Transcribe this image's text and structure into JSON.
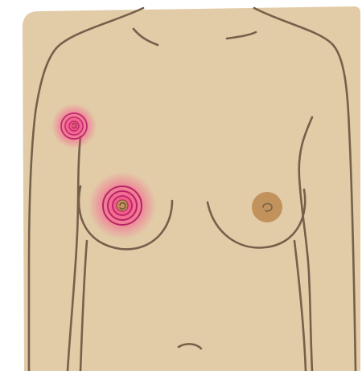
{
  "illustration": {
    "subject": "female-torso-front-view",
    "colors": {
      "panel": "#e2cba7",
      "outline": "#76604b",
      "areola": "#c2925d",
      "highlight_ring": "#d8357f",
      "highlight_glow": "#ff2f84"
    },
    "highlighted_spots": [
      {
        "name": "armpit-spot",
        "emphasis": "small"
      },
      {
        "name": "breast-spot",
        "emphasis": "large"
      }
    ]
  }
}
